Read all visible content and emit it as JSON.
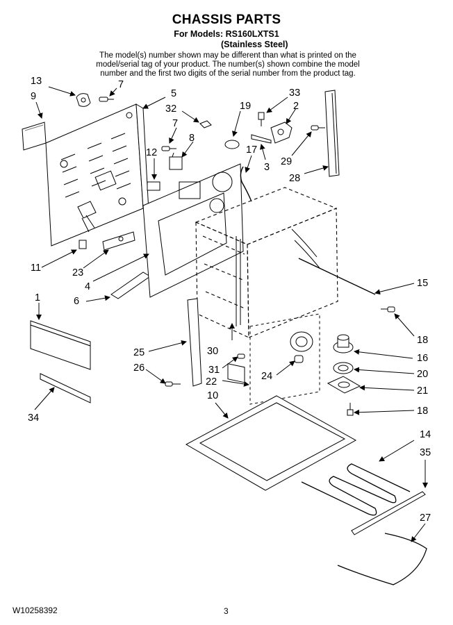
{
  "header": {
    "title": "CHASSIS PARTS",
    "models_line": "For Models: RS160LXTS1",
    "variant": "(Stainless Steel)",
    "note_lines": [
      "The model(s) number shown may be different than what is printed on the",
      "model/serial tag of your product. The number(s) shown combine the model",
      "number and the first two digits of the serial number from the product tag."
    ]
  },
  "callouts": [
    "13",
    "9",
    "7",
    "5",
    "32",
    "19",
    "33",
    "2",
    "7",
    "8",
    "12",
    "17",
    "3",
    "29",
    "28",
    "11",
    "23",
    "4",
    "15",
    "1",
    "6",
    "18",
    "25",
    "30",
    "16",
    "26",
    "31",
    "24",
    "20",
    "22",
    "21",
    "10",
    "18",
    "34",
    "14",
    "35",
    "27"
  ],
  "footer": {
    "doc_number": "W10258392",
    "page_number": "3"
  }
}
